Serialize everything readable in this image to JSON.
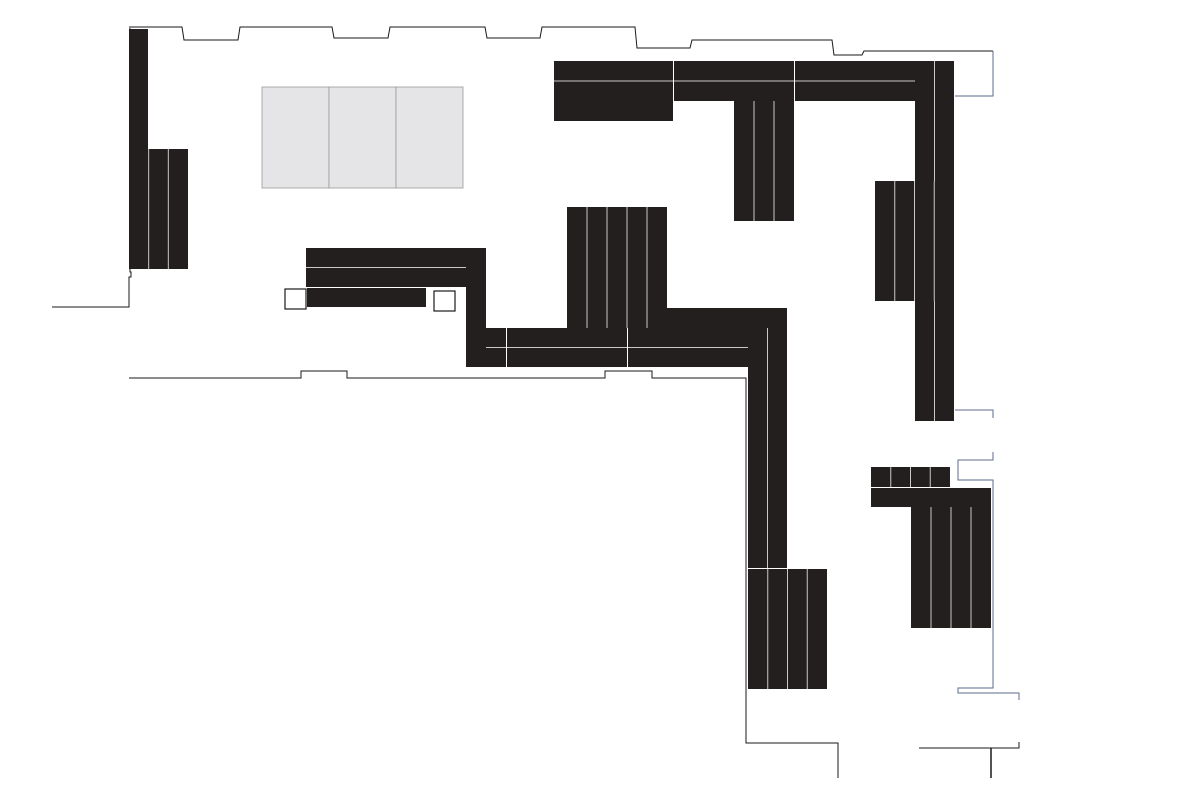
{
  "diagram": {
    "kind": "floor-plan",
    "background_color": "#ffffff",
    "wall_color": "#1a1a1a",
    "edge_color": "#5c6d8e",
    "table_color": "#231f1e",
    "table_divider_color": "#c8c8c8",
    "shaded_area_color": "#e5e5e7",
    "shaded_area_border_color": "#9a9a9a",
    "shaded_area_panel_count": 3,
    "column_marker_count": 2,
    "table_group_count": 22
  }
}
